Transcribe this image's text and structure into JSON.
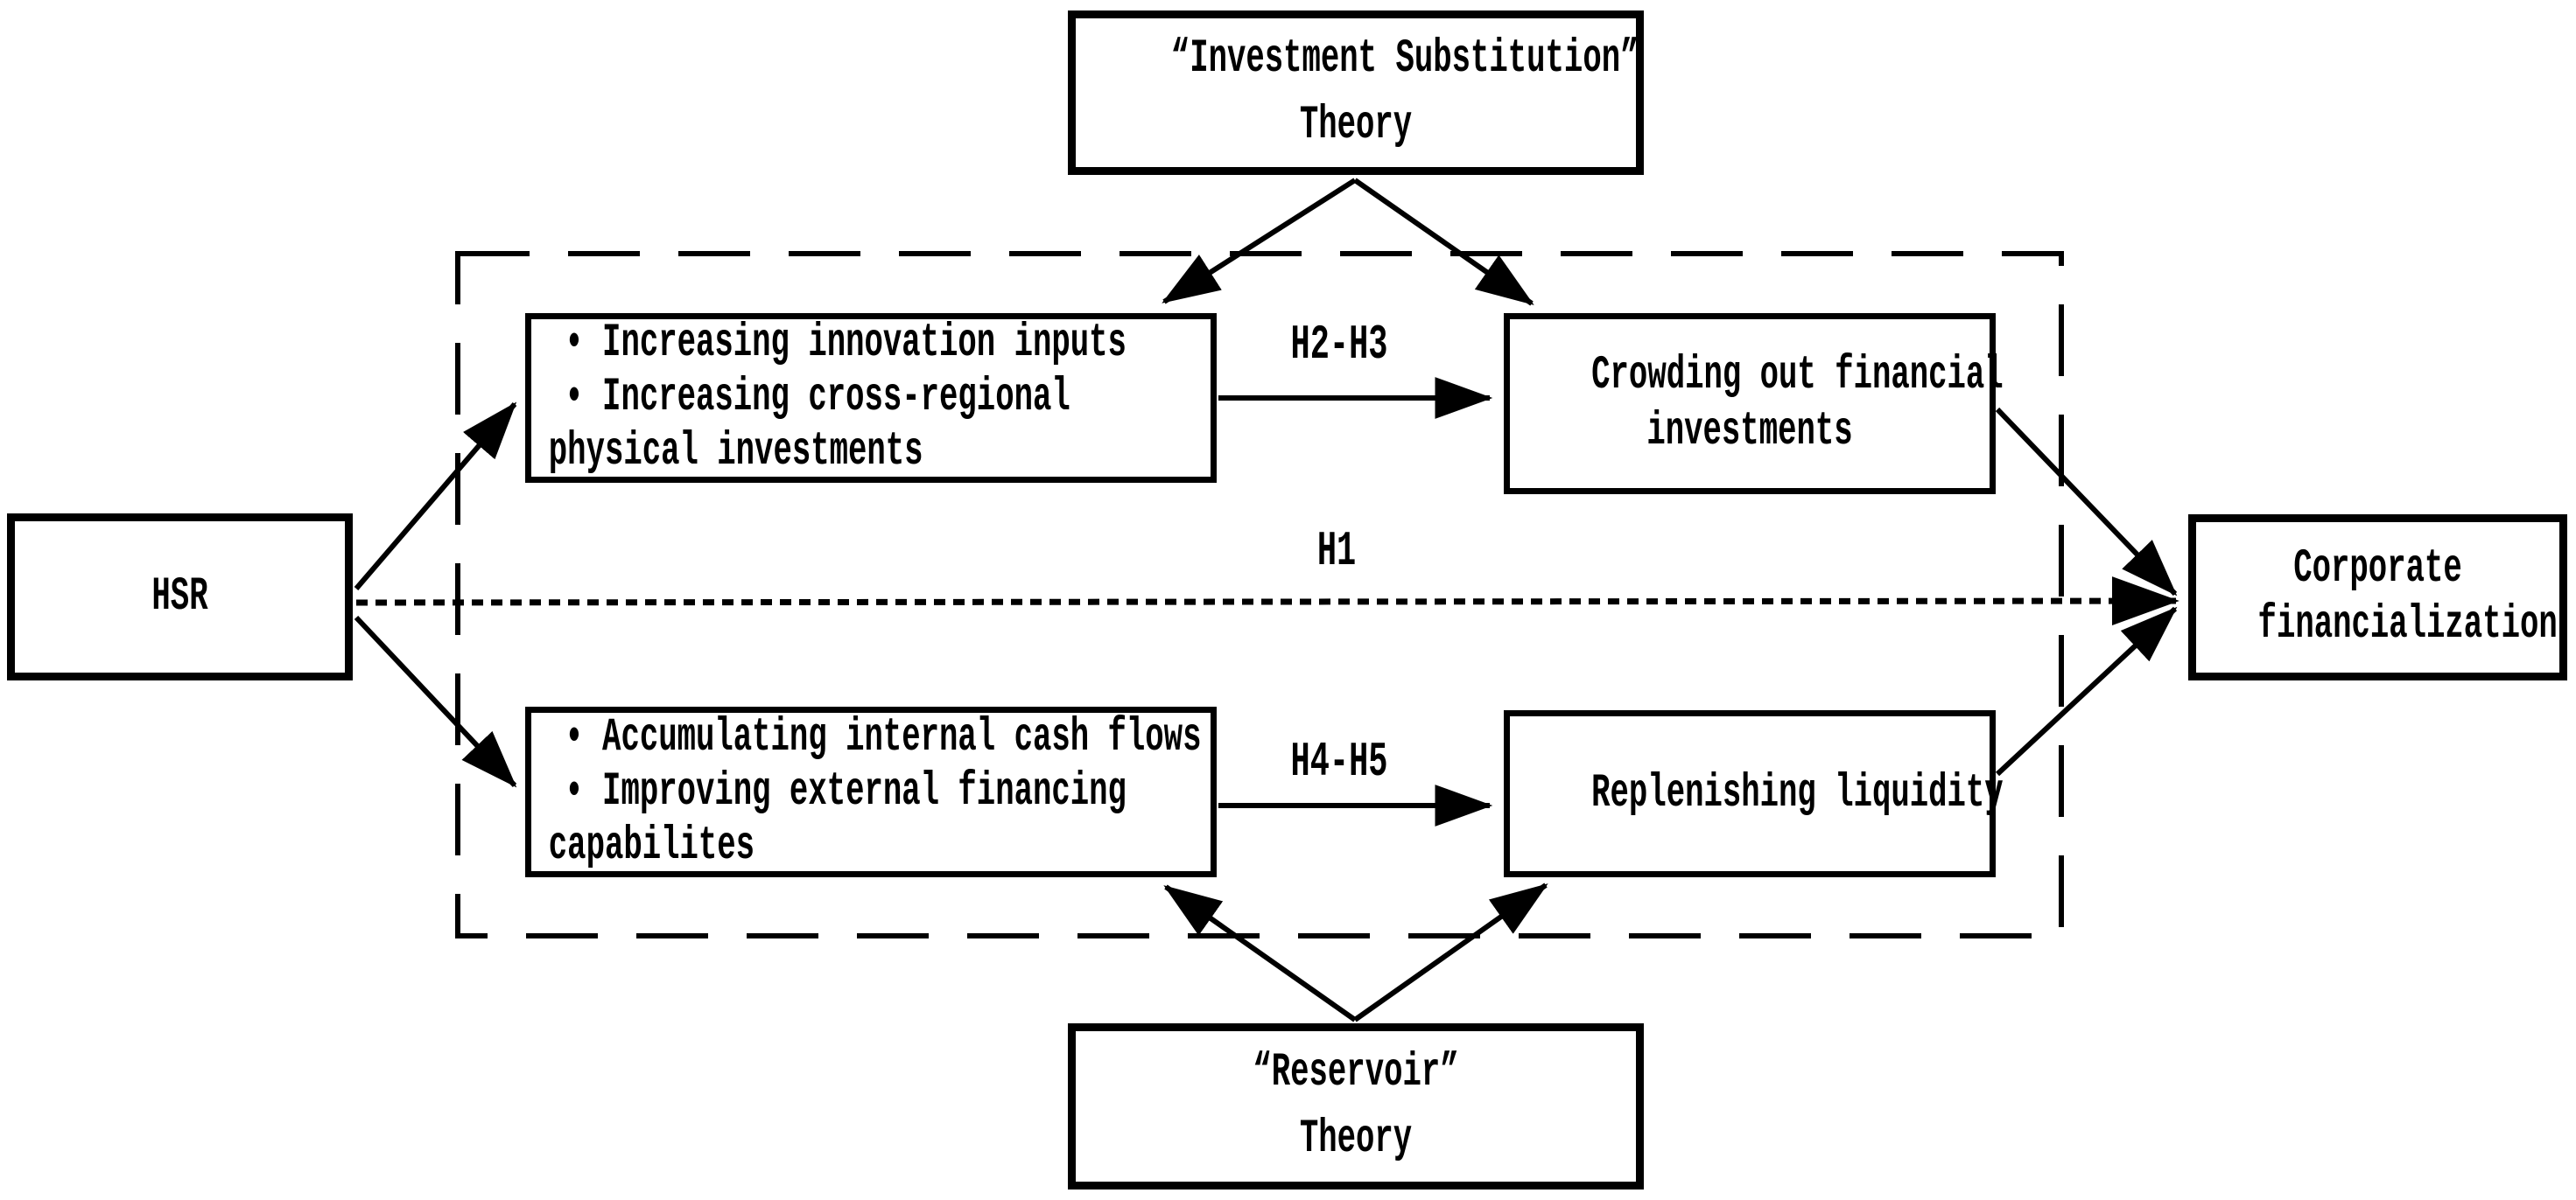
{
  "diagram": {
    "type": "mediation-framework-flowchart",
    "colors": {
      "ink": "#000000",
      "background": "#ffffff"
    },
    "nodes": {
      "investment_theory": {
        "lines": [
          "“Investment Substitution”",
          "Theory"
        ]
      },
      "hsr": {
        "lines": [
          "HSR"
        ]
      },
      "mediator_investment": {
        "lines": [
          "• Increasing innovation inputs",
          "• Increasing cross-regional",
          "physical investments"
        ]
      },
      "crowding_out": {
        "lines": [
          "Crowding out financial",
          "investments"
        ]
      },
      "mediator_liquidity": {
        "lines": [
          "• Accumulating internal cash flows",
          "• Improving external financing",
          "capabilites"
        ]
      },
      "replenishing": {
        "lines": [
          "Replenishing liquidity"
        ]
      },
      "corporate": {
        "lines": [
          "Corporate",
          "financialization"
        ]
      },
      "reservoir_theory": {
        "lines": [
          "“Reservoir”",
          "Theory"
        ]
      }
    },
    "edge_labels": {
      "h1": "H1",
      "h2_h3": "H2-H3",
      "h4_h5": "H4-H5"
    },
    "edges": [
      {
        "from": "hsr",
        "to": "corporate",
        "label": "H1",
        "style": "dotted-arrow"
      },
      {
        "from": "hsr",
        "to": "mediator_investment",
        "label": "",
        "style": "solid-arrow"
      },
      {
        "from": "hsr",
        "to": "mediator_liquidity",
        "label": "",
        "style": "solid-arrow"
      },
      {
        "from": "mediator_investment",
        "to": "crowding_out",
        "label": "H2-H3",
        "style": "solid-arrow"
      },
      {
        "from": "mediator_liquidity",
        "to": "replenishing",
        "label": "H4-H5",
        "style": "solid-arrow"
      },
      {
        "from": "crowding_out",
        "to": "corporate",
        "label": "",
        "style": "solid-arrow"
      },
      {
        "from": "replenishing",
        "to": "corporate",
        "label": "",
        "style": "solid-arrow"
      },
      {
        "from": "investment_theory",
        "to": "mediator_investment",
        "label": "",
        "style": "solid-arrow"
      },
      {
        "from": "investment_theory",
        "to": "crowding_out",
        "label": "",
        "style": "solid-arrow"
      },
      {
        "from": "reservoir_theory",
        "to": "mediator_liquidity",
        "label": "",
        "style": "solid-arrow"
      },
      {
        "from": "reservoir_theory",
        "to": "replenishing",
        "label": "",
        "style": "solid-arrow"
      }
    ]
  }
}
